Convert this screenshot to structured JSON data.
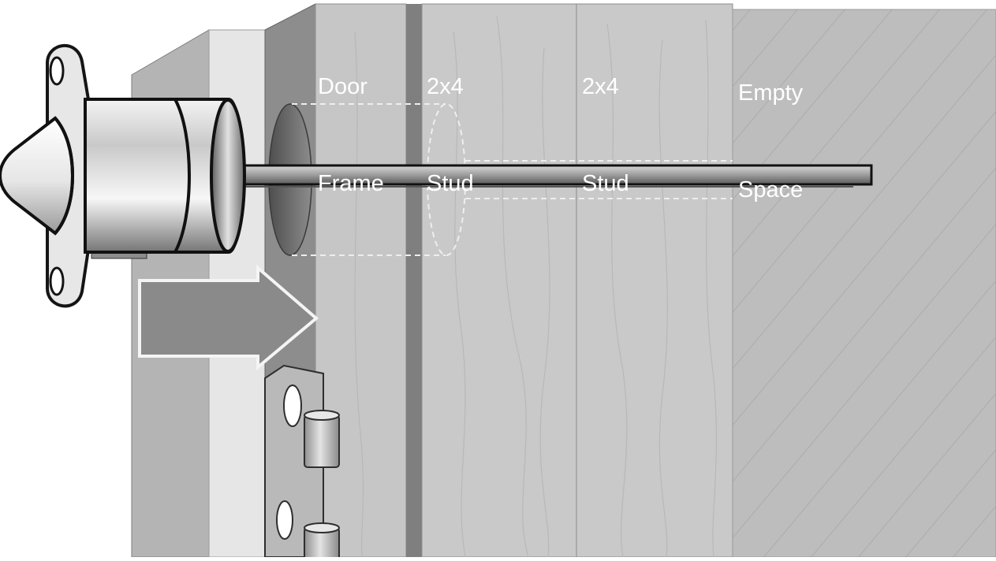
{
  "labels": {
    "door_frame": [
      "Door",
      "Frame"
    ],
    "stud_1": [
      "2x4",
      "Stud"
    ],
    "stud_2": [
      "2x4",
      "Stud"
    ],
    "empty_space": [
      "Empty",
      "Space"
    ]
  },
  "colors": {
    "background": "#ffffff",
    "door_side": "#b4b4b4",
    "door_edge": "#e6e6e6",
    "frame_dark": "#8d8d8d",
    "frame_face": "#c6c6c6",
    "stud_face": "#c9c9c9",
    "empty_space": "#bdbdbd",
    "hatch_line": "#a7a7a7",
    "label_text": "#ffffff",
    "outline": "#111111",
    "arrow_fill": "#8a8a8a"
  },
  "icons": {
    "sensor": "recessed-door-contact-sensor",
    "arrow": "direction-arrow",
    "hinge": "door-hinge"
  }
}
